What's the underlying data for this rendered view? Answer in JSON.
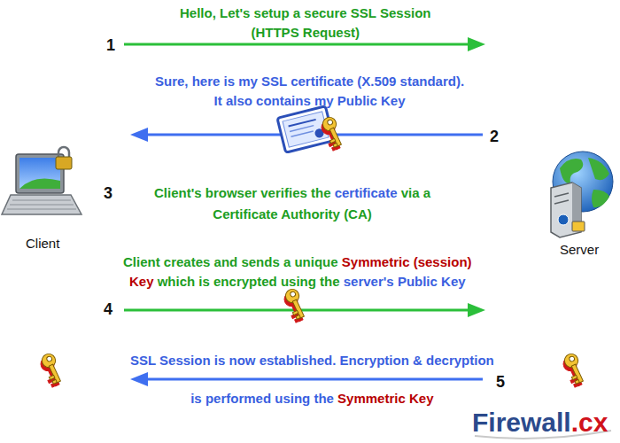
{
  "diagram": {
    "labels": [
      "Hello, Let's setup a secure SSL Session (HTTPS Request)",
      "1",
      "Sure, here is my SSL certificate (X.509 standard). It also contains my Public Key",
      "2",
      "3",
      "Client's browser verifies the certificate via a Certificate Authority (CA)",
      "Client",
      "Server",
      "Client creates and sends a unique Symmetric (session) Key which is encrypted using the server's Public Key",
      "4",
      "SSL Session is now established. Encryption & decryption is performed using the Symmetric Key",
      "5",
      "Firewall.cx"
    ]
  }
}
